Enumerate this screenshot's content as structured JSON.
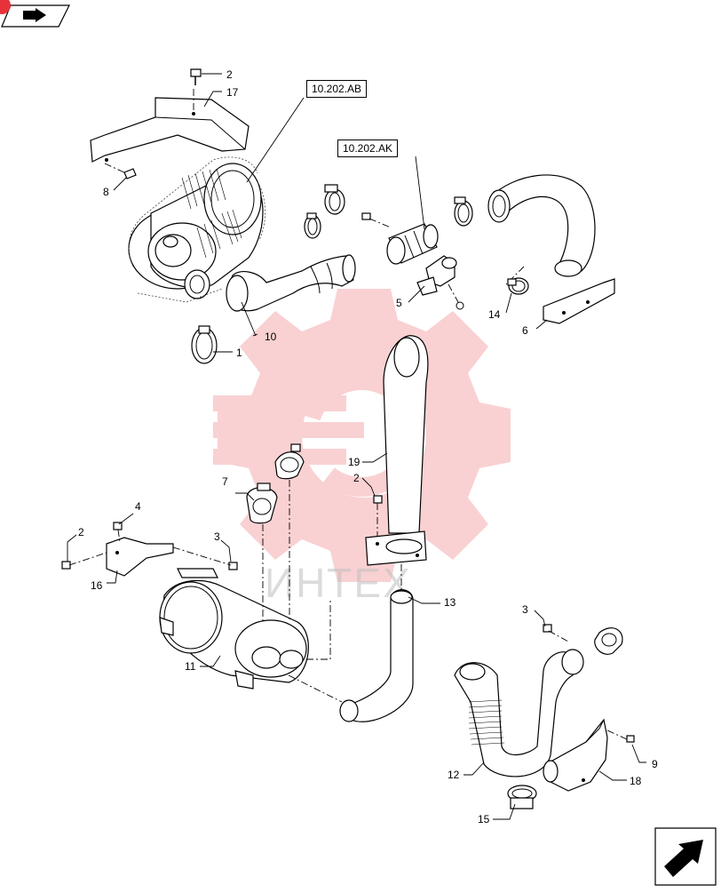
{
  "references": {
    "air_filter_ref": "10.202.AB",
    "intake_ref": "10.202.AK"
  },
  "callouts": {
    "c1": "1",
    "c2a": "2",
    "c2b": "2",
    "c2c": "2",
    "c3a": "3",
    "c3b": "3",
    "c4": "4",
    "c5": "5",
    "c6": "6",
    "c7": "7",
    "c8": "8",
    "c9": "9",
    "c10": "10",
    "c11": "11",
    "c12": "12",
    "c13": "13",
    "c14": "14",
    "c15": "15",
    "c16": "16",
    "c17": "17",
    "c18": "18",
    "c19": "19"
  },
  "watermark": {
    "text": "ИНТЕХ",
    "color": "#e8323a"
  },
  "icons": {
    "top_left": "page-nav-arrow-icon",
    "bottom_right": "next-page-arrow-icon"
  },
  "colors": {
    "line": "#000000",
    "background": "#ffffff",
    "badge": "#e8323a"
  }
}
